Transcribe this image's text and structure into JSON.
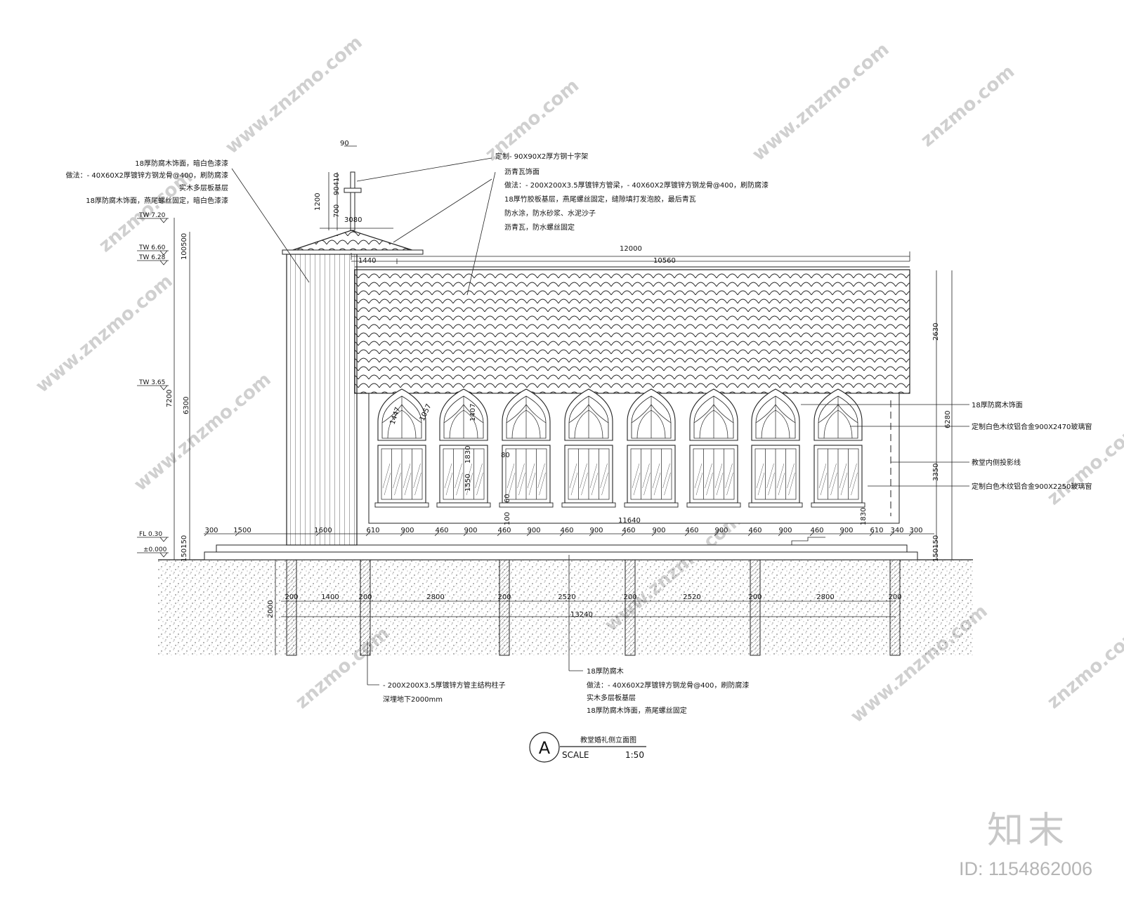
{
  "watermarks": [
    "znzmo.com",
    "www.znzmo.com"
  ],
  "logo_text": "知末",
  "image_id": "ID: 1154862006",
  "title": {
    "circle": "A",
    "name": "教堂婚礼侧立面图",
    "scale_label": "SCALE",
    "scale_value": "1:50"
  },
  "annotations": {
    "top_left": [
      "18厚防腐木饰面，暗白色漆漆",
      "做法：- 40X60X2厚镀锌方钢龙骨@400，刷防腐漆",
      "实木多层板基层",
      "18厚防腐木饰面，燕尾螺丝固定，暗白色漆漆"
    ],
    "top_cross": "定制- 90X90X2厚方钢十字架",
    "top_roof": [
      "沥青瓦饰面",
      "做法：- 200X200X3.5厚镀锌方管梁，- 40X60X2厚镀锌方钢龙骨@400，刷防腐漆",
      "18厚竹胶板基层，燕尾螺丝固定，缝隙填打发泡胶，最后青瓦",
      "防水涂，防水砂浆、水泥沙子",
      "沥青瓦，防水螺丝固定"
    ],
    "right_1": "18厚防腐木饰面",
    "right_2": "定制白色木纹铝合金900X2470玻璃窗",
    "right_3": "教堂内侧投影线",
    "right_4": "定制白色木纹铝合金900X2250玻璃窗",
    "bottom_left": [
      "- 200X200X3.5厚镀锌方管主结构柱子",
      "深埋地下2000mm"
    ],
    "bottom_center": [
      "18厚防腐木",
      "做法：- 40X60X2厚镀锌方钢龙骨@400，刷防腐漆",
      "实木多层板基层",
      "18厚防腐木饰面，燕尾螺丝固定"
    ]
  },
  "levels": [
    "TW 7.20",
    "TW 6.60",
    "TW 6.28",
    "TW 3.65",
    "FL 0.30",
    "±0.000"
  ],
  "dims": {
    "cross_w": "90",
    "cross_h": "1200",
    "cross_a": "700",
    "cross_b": "90410",
    "tower_w": "3080",
    "roof_total": "12000",
    "roof_left": "1440",
    "roof_right": "10560",
    "left_v1": "100500",
    "left_v2": "7200",
    "left_v3": "6300",
    "left_v4": "150150",
    "right_v1": "2630",
    "right_v2": "6280",
    "right_v3": "3350",
    "right_v4": "150150",
    "arch_r": "1057",
    "arch_a": "1447",
    "arch_b": "1407",
    "win_h1": "1830",
    "win_h2": "1550",
    "win_80": "80",
    "win_60": "60",
    "win_100": "100",
    "win_r": "1830",
    "wall_w": "11640",
    "ground_row": [
      "300",
      "1500",
      "1600",
      "610",
      "900",
      "460",
      "900",
      "460",
      "900",
      "460",
      "900",
      "460",
      "900",
      "460",
      "900",
      "460",
      "900",
      "460",
      "900",
      "610",
      "340",
      "300"
    ],
    "pile_row": [
      "200",
      "1400",
      "200",
      "2800",
      "200",
      "2520",
      "200",
      "2520",
      "200",
      "2800",
      "200"
    ],
    "pile_total": "13240",
    "pile_depth": "2000"
  }
}
